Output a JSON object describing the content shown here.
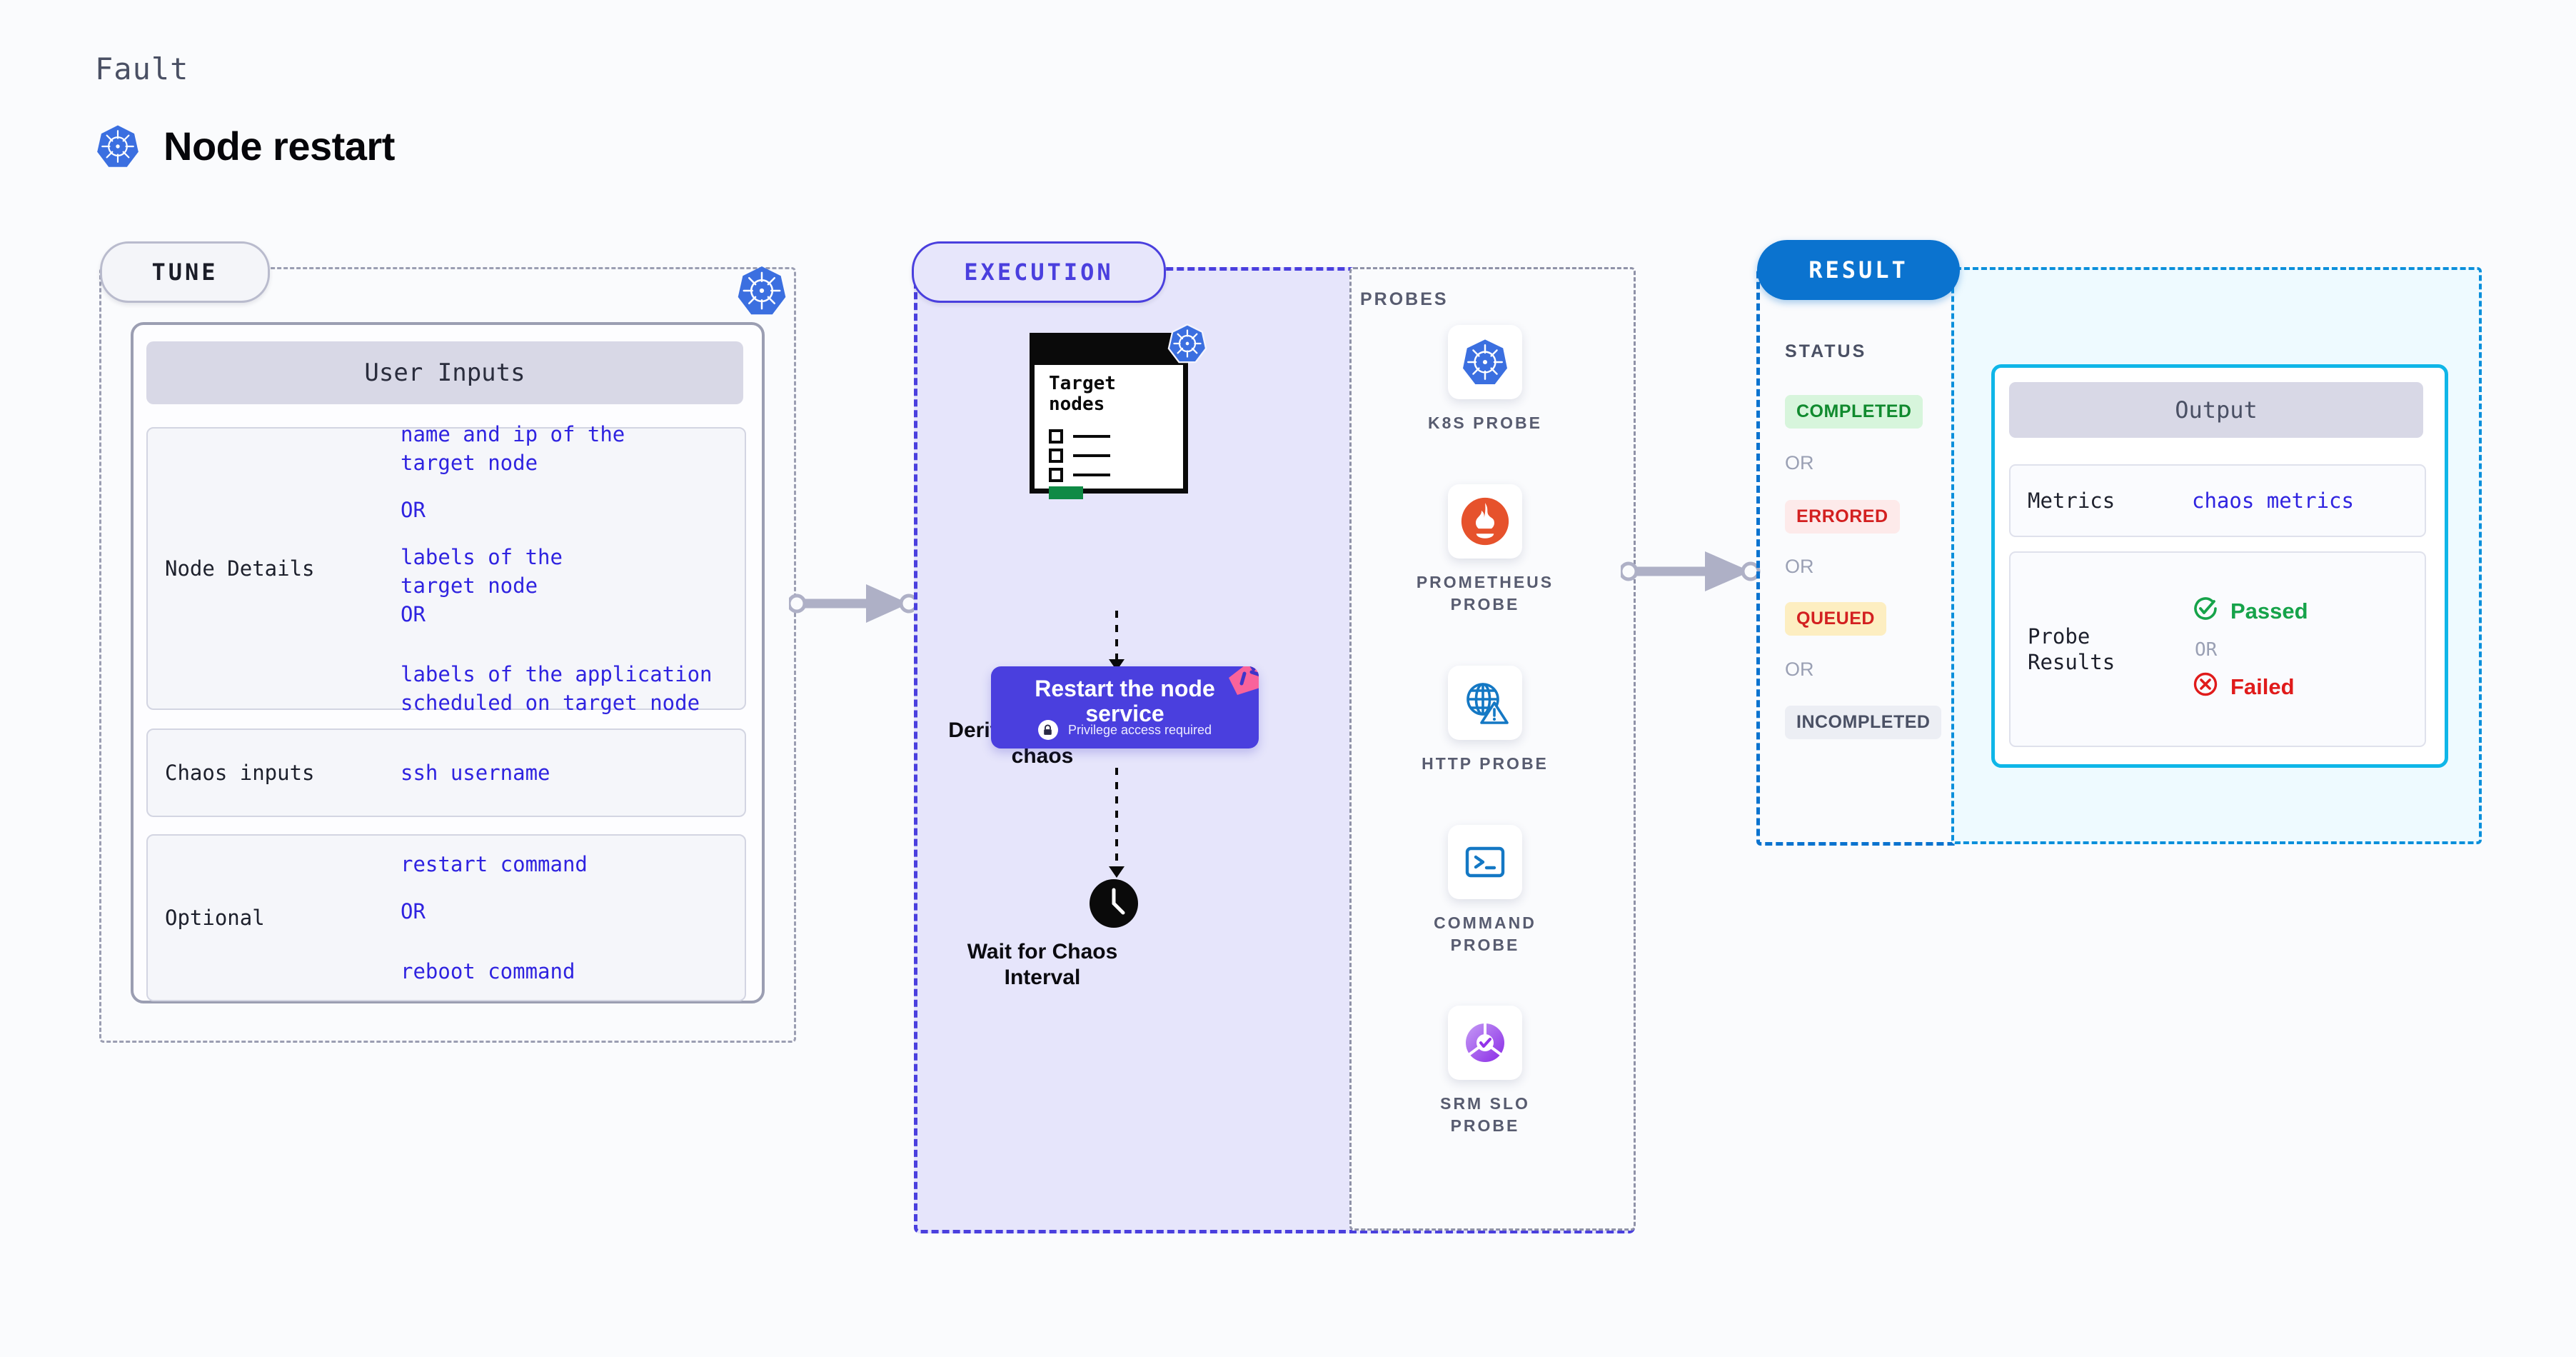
{
  "header": {
    "eyebrow": "Fault",
    "title": "Node restart",
    "icon": "kubernetes-logo"
  },
  "stages": {
    "tune": {
      "pill_label": "TUNE",
      "badge_icon": "kubernetes-logo"
    },
    "execution": {
      "pill_label": "EXECUTION"
    },
    "result": {
      "pill_label": "RESULT"
    }
  },
  "tune": {
    "card_header": "User Inputs",
    "rows": [
      {
        "label": "Node Details",
        "values": [
          {
            "text": "name and ip of the",
            "type": "value"
          },
          {
            "text": "target node",
            "type": "value"
          },
          {
            "text": "OR",
            "type": "or"
          },
          {
            "text": "labels of the",
            "type": "value"
          },
          {
            "text": "target node",
            "type": "value"
          },
          {
            "text": "OR",
            "type": "or"
          },
          {
            "text": "labels of the application",
            "type": "value"
          },
          {
            "text": " scheduled on target node",
            "type": "value"
          }
        ]
      },
      {
        "label": "Chaos inputs",
        "values": [
          {
            "text": "ssh username",
            "type": "value"
          }
        ]
      },
      {
        "label": "Optional",
        "values": [
          {
            "text": "restart command",
            "type": "value"
          },
          {
            "text": "OR",
            "type": "or"
          },
          {
            "text": "reboot command",
            "type": "value"
          }
        ]
      }
    ]
  },
  "execution": {
    "target_card": {
      "title_line1": "Target",
      "title_line2": "nodes",
      "badge_icon": "kubernetes-logo",
      "checkbox_rows": 3,
      "accent_bar_color": "#0f8a45"
    },
    "step1_caption_line1": "Derive node under",
    "step1_caption_line2": "chaos",
    "action_card": {
      "title_line1": "Restart the node",
      "title_line2": "service",
      "subtitle": "Privilege access required",
      "lock_icon": "lock-icon",
      "ribbon_icon": "pink-ribbon-icon",
      "color": "#4a3fde"
    },
    "step3_icon": "clock-icon",
    "step3_caption_line1": "Wait for Chaos",
    "step3_caption_line2": "Interval"
  },
  "probes": {
    "title": "PROBES",
    "items": [
      {
        "icon": "kubernetes-logo",
        "label_line1": "K8S PROBE",
        "label_line2": ""
      },
      {
        "icon": "prometheus-logo",
        "label_line1": "PROMETHEUS",
        "label_line2": "PROBE"
      },
      {
        "icon": "globe-warning-icon",
        "label_line1": "HTTP PROBE",
        "label_line2": ""
      },
      {
        "icon": "terminal-icon",
        "label_line1": "COMMAND",
        "label_line2": "PROBE"
      },
      {
        "icon": "srm-slo-donut-icon",
        "label_line1": "SRM SLO",
        "label_line2": "PROBE"
      }
    ]
  },
  "result": {
    "status_title": "STATUS",
    "or_label": "OR",
    "statuses": [
      {
        "label": "COMPLETED",
        "bg": "#d7f5dc",
        "fg": "#108a2e"
      },
      {
        "label": "ERRORED",
        "bg": "#fdeaea",
        "fg": "#d32020"
      },
      {
        "label": "QUEUED",
        "bg": "#fdeec1",
        "fg": "#d32020"
      },
      {
        "label": "INCOMPLETED",
        "bg": "#eceef4",
        "fg": "#4a5064"
      }
    ]
  },
  "output": {
    "header": "Output",
    "metrics_label": "Metrics",
    "metrics_value": "chaos metrics",
    "probe_results_label_line1": "Probe",
    "probe_results_label_line2": "Results",
    "passed_label": "Passed",
    "passed_color": "#16a34a",
    "or_label": "OR",
    "failed_label": "Failed",
    "failed_color": "#e01b1b"
  }
}
